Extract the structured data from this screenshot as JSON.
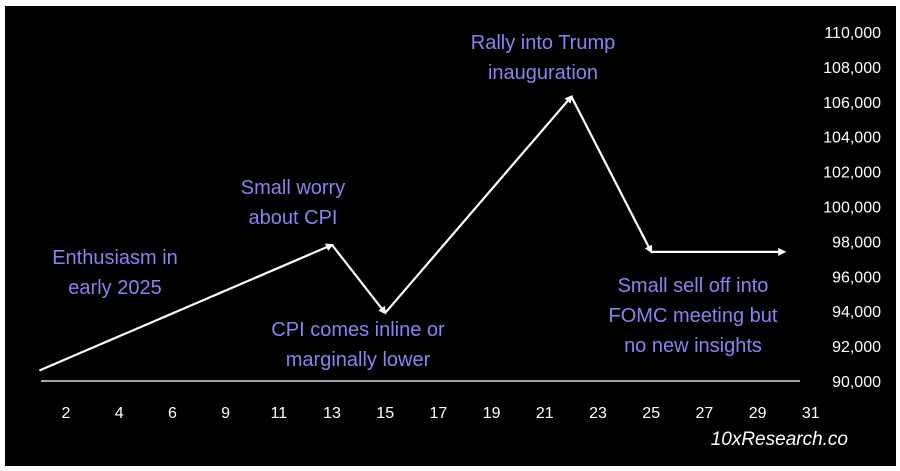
{
  "chart_data": {
    "type": "line",
    "title": "",
    "xlabel": "",
    "ylabel": "",
    "x_ticks": [
      "2",
      "4",
      "6",
      "9",
      "11",
      "13",
      "15",
      "17",
      "19",
      "21",
      "23",
      "25",
      "27",
      "29",
      "31"
    ],
    "y_ticks": [
      "90,000",
      "92,000",
      "94,000",
      "96,000",
      "98,000",
      "100,000",
      "102,000",
      "104,000",
      "106,000",
      "108,000",
      "110,000"
    ],
    "ylim": [
      90000,
      110000
    ],
    "series": [
      {
        "points": [
          {
            "x": 1,
            "y": 90600
          },
          {
            "x": 12,
            "y": 97800
          },
          {
            "x": 14,
            "y": 93900
          },
          {
            "x": 21,
            "y": 106300
          },
          {
            "x": 24,
            "y": 97400
          },
          {
            "x": 29,
            "y": 97400
          }
        ],
        "color": "#ffffff"
      }
    ],
    "annotations": [
      {
        "lines": [
          "Enthusiasm in",
          "early 2025"
        ]
      },
      {
        "lines": [
          "Small worry",
          "about CPI"
        ]
      },
      {
        "lines": [
          "CPI comes inline or",
          "marginally lower"
        ]
      },
      {
        "lines": [
          "Rally into Trump",
          "inauguration"
        ]
      },
      {
        "lines": [
          "Small sell off into",
          "FOMC meeting but",
          "no new insights"
        ]
      }
    ],
    "annotation_color": "#8b82f0",
    "grid": false,
    "background": "#000000"
  },
  "watermark": "10xResearch.co"
}
